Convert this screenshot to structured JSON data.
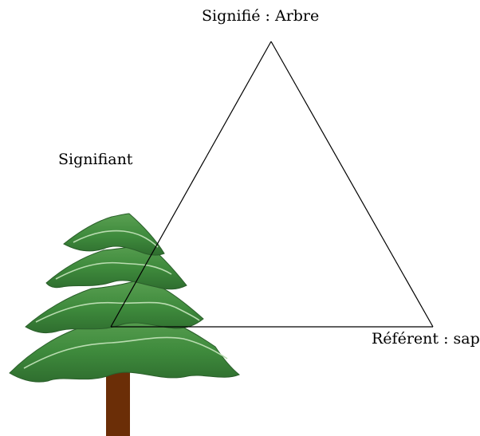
{
  "labels": {
    "signified": "Signifié : Arbre",
    "signifier": "Signifiant",
    "referent": "Référent : sapin"
  },
  "illustration": {
    "subject": "fir-tree",
    "colors": {
      "foliage_dark": "#2f6e2f",
      "foliage_mid": "#3e8a3c",
      "foliage_light": "#6fb063",
      "highlight": "#b9dcb0",
      "trunk": "#6b2e07"
    }
  },
  "diagram": {
    "shape": "semiotic-triangle",
    "line_color": "#000000"
  }
}
